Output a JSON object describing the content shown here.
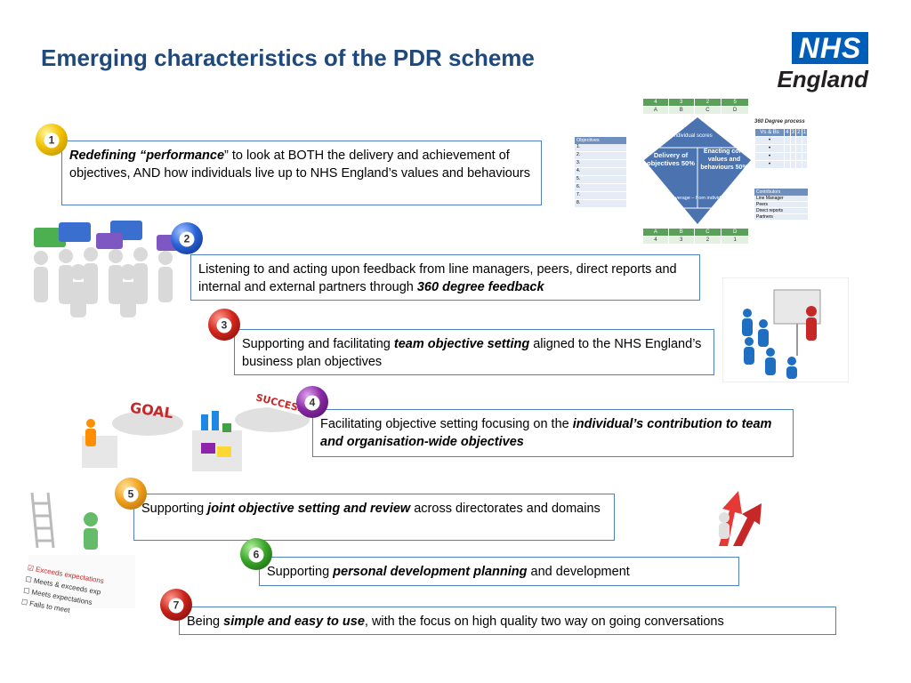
{
  "title": "Emerging characteristics of the PDR scheme",
  "logo": {
    "top": "NHS",
    "bottom": "England"
  },
  "items": [
    {
      "num": "1",
      "parts": [
        {
          "t": "Redefining “performance",
          "s": "bi"
        },
        {
          "t": "” to look at BOTH the delivery and achievement of objectives, AND how individuals live up to NHS England’s values and behaviours",
          "s": "n"
        }
      ]
    },
    {
      "num": "2",
      "parts": [
        {
          "t": "Listening to and acting upon feedback from line managers, peers, direct reports and internal and external partners through ",
          "s": "n"
        },
        {
          "t": "360 degree feedback",
          "s": "bi"
        }
      ]
    },
    {
      "num": "3",
      "parts": [
        {
          "t": "Supporting and facilitating ",
          "s": "n"
        },
        {
          "t": "team objective setting",
          "s": "bi"
        },
        {
          "t": " aligned to the NHS England’s business plan objectives",
          "s": "n"
        }
      ]
    },
    {
      "num": "4",
      "parts": [
        {
          "t": "Facilitating objective setting focusing on the ",
          "s": "n"
        },
        {
          "t": "individual’s contribution to team and organisation-wide objectives",
          "s": "bi"
        }
      ]
    },
    {
      "num": "5",
      "parts": [
        {
          "t": "Supporting ",
          "s": "n"
        },
        {
          "t": "joint objective setting and review",
          "s": "bi"
        },
        {
          "t": " across directorates and domains",
          "s": "n"
        }
      ]
    },
    {
      "num": "6",
      "parts": [
        {
          "t": "Supporting ",
          "s": "n"
        },
        {
          "t": "personal development planning",
          "s": "bi"
        },
        {
          "t": " and development",
          "s": "n"
        }
      ]
    },
    {
      "num": "7",
      "parts": [
        {
          "t": "Being ",
          "s": "n"
        },
        {
          "t": "simple and easy to use",
          "s": "bi"
        },
        {
          "t": ", with the focus on high quality two way on going conversations",
          "s": "n"
        }
      ]
    }
  ],
  "diagram": {
    "top_scores": [
      "4",
      "3",
      "2",
      "5"
    ],
    "top_letters": [
      "A",
      "B",
      "C",
      "D"
    ],
    "bottom_letters": [
      "A",
      "B",
      "C",
      "D"
    ],
    "bottom_scores": [
      "4",
      "3",
      "2",
      "1"
    ],
    "individual_scores": "Individual scores",
    "delivery": "Delivery of objectives 50%",
    "enacting": "Enacting core values and behaviours 50%",
    "team_average": "Team Average – from individual scores",
    "objectives_header": "Objectives",
    "objectives_rows": [
      "1.",
      "2.",
      "3.",
      "4.",
      "5.",
      "6.",
      "7.",
      "8."
    ],
    "process_title": "360 Degree process",
    "vb_header": [
      "Vs & Bs",
      "4",
      "3",
      "2",
      "1"
    ],
    "vb_rows": [
      "•",
      "•",
      "•",
      "•"
    ],
    "contributors_header": "Contributors",
    "contributors": [
      "Line Manager",
      "Peers",
      "Direct reports",
      "Partners"
    ]
  },
  "checklist": [
    "Exceeds expectations",
    "Meets & exceeds exp",
    "Meets expectations",
    "Fails to meet"
  ],
  "goal_sign": "GOAL",
  "success_sign": "SUCCESS"
}
